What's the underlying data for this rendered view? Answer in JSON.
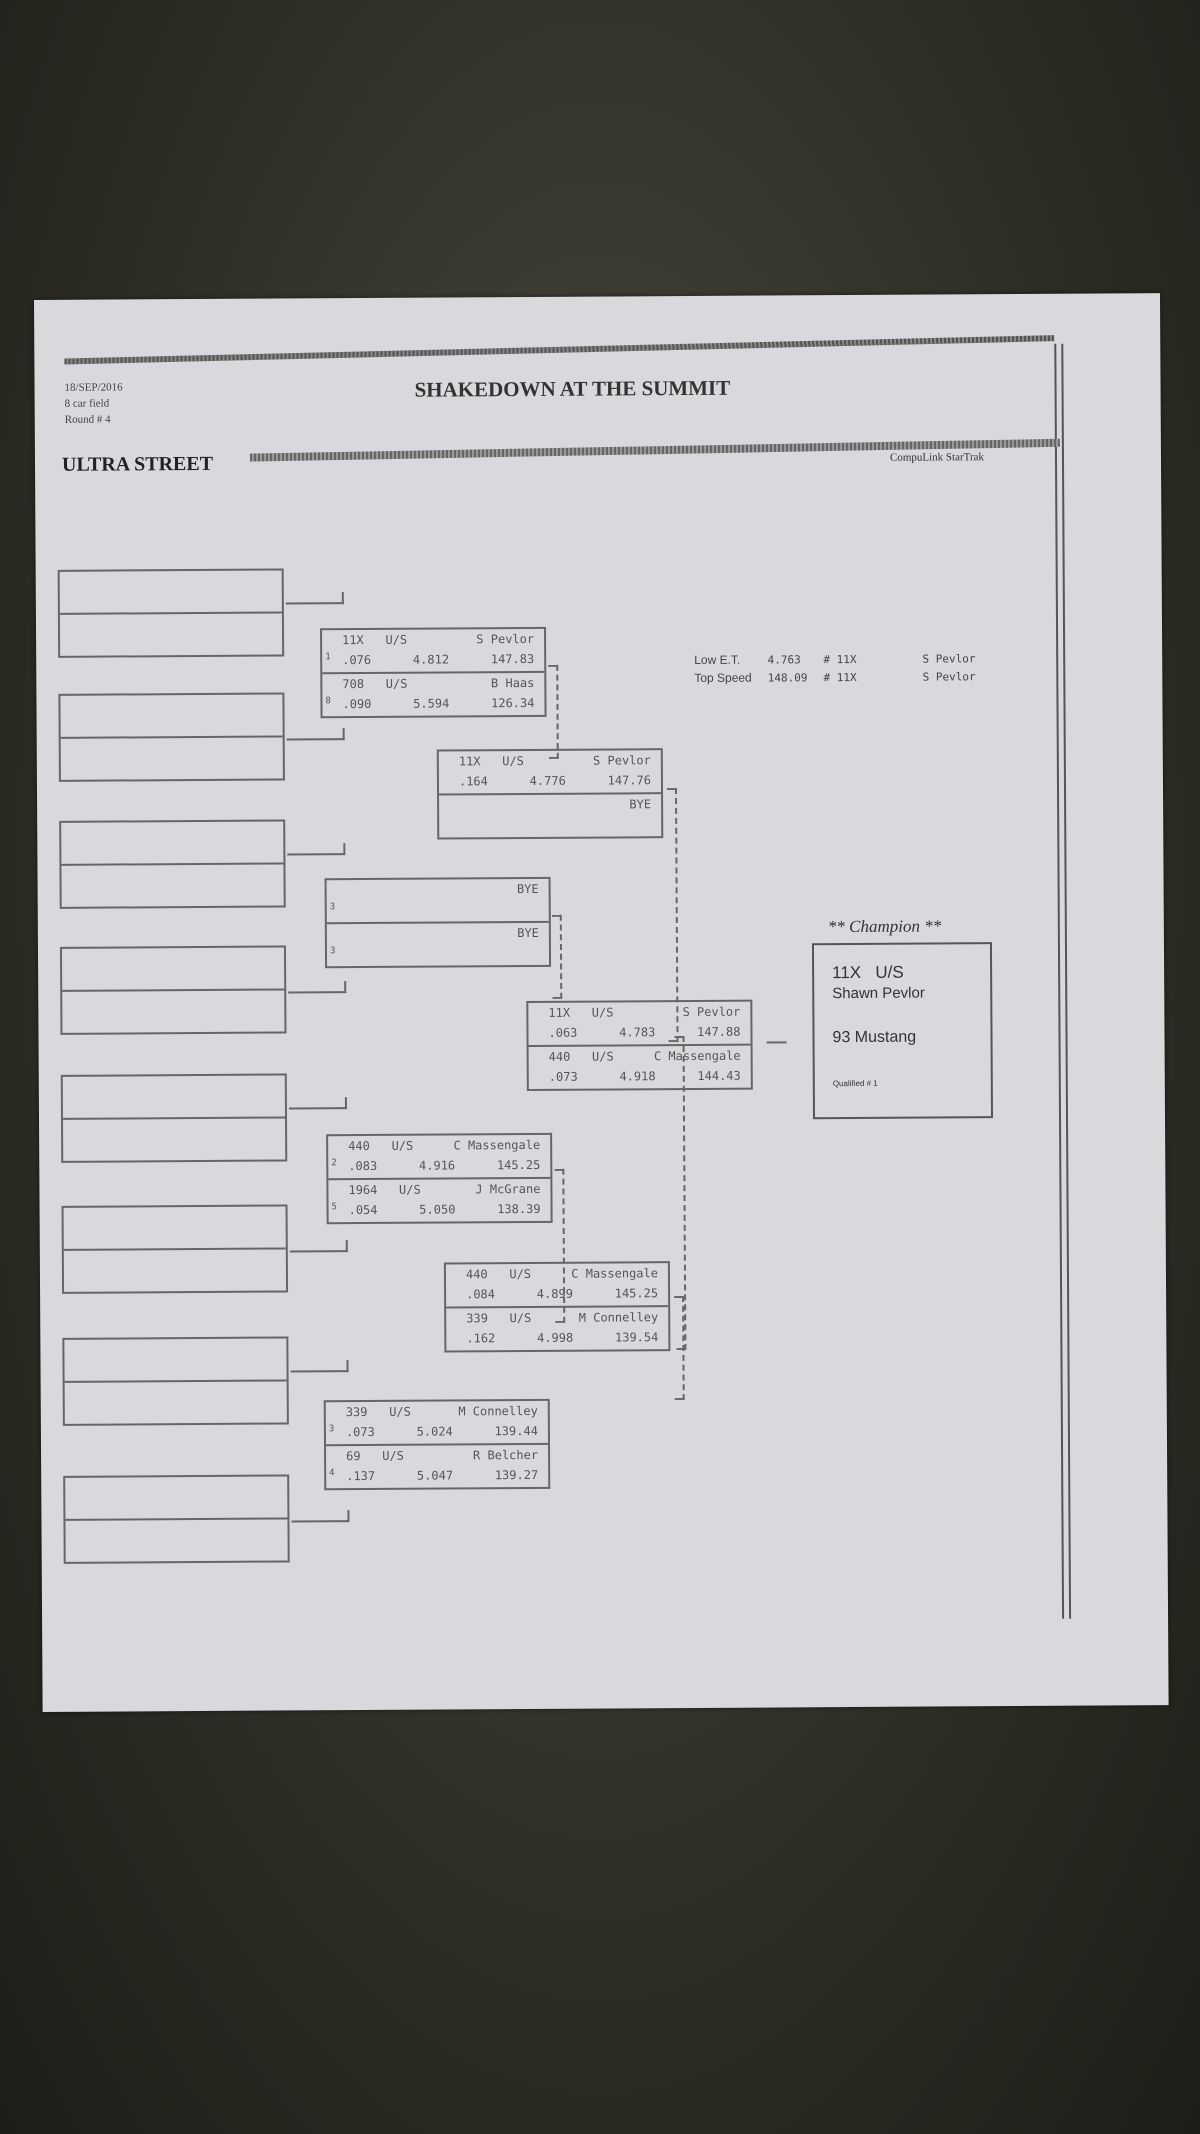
{
  "header": {
    "date": "18/SEP/2016",
    "field": "8 car field",
    "round": "Round # 4",
    "title": "SHAKEDOWN AT THE SUMMIT",
    "class": "ULTRA STREET",
    "software": "CompuLink StarTrak"
  },
  "stats": {
    "low_et": {
      "label": "Low E.T.",
      "value": "4.763",
      "car": "# 11X",
      "driver": "S Pevlor"
    },
    "top_speed": {
      "label": "Top Speed",
      "value": "148.09",
      "car": "# 11X",
      "driver": "S Pevlor"
    }
  },
  "matches": [
    {
      "a": {
        "seed": "1",
        "car": "11X",
        "cls": "U/S",
        "driver": "S Pevlor",
        "rt": ".076",
        "et": "4.812",
        "mph": "147.83"
      },
      "b": {
        "seed": "8",
        "car": "708",
        "cls": "U/S",
        "driver": "B Haas",
        "rt": ".090",
        "et": "5.594",
        "mph": "126.34"
      }
    },
    {
      "a": {
        "seed": "3",
        "car": "",
        "cls": "",
        "driver": "BYE",
        "rt": "",
        "et": "",
        "mph": ""
      },
      "b": {
        "seed": "3",
        "car": "",
        "cls": "",
        "driver": "BYE",
        "rt": "",
        "et": "",
        "mph": ""
      }
    },
    {
      "a": {
        "seed": "2",
        "car": "440",
        "cls": "U/S",
        "driver": "C Massengale",
        "rt": ".083",
        "et": "4.916",
        "mph": "145.25"
      },
      "b": {
        "seed": "5",
        "car": "1964",
        "cls": "U/S",
        "driver": "J McGrane",
        "rt": ".054",
        "et": "5.050",
        "mph": "138.39"
      }
    },
    {
      "a": {
        "seed": "3",
        "car": "339",
        "cls": "U/S",
        "driver": "M Connelley",
        "rt": ".073",
        "et": "5.024",
        "mph": "139.44"
      },
      "b": {
        "seed": "4",
        "car": "69",
        "cls": "U/S",
        "driver": "R Belcher",
        "rt": ".137",
        "et": "5.047",
        "mph": "139.27"
      }
    },
    {
      "a": {
        "seed": "",
        "car": "11X",
        "cls": "U/S",
        "driver": "S Pevlor",
        "rt": ".164",
        "et": "4.776",
        "mph": "147.76"
      },
      "b": {
        "seed": "",
        "car": "",
        "cls": "",
        "driver": "BYE",
        "rt": "",
        "et": "",
        "mph": ""
      }
    },
    {
      "a": {
        "seed": "",
        "car": "440",
        "cls": "U/S",
        "driver": "C Massengale",
        "rt": ".084",
        "et": "4.899",
        "mph": "145.25"
      },
      "b": {
        "seed": "",
        "car": "339",
        "cls": "U/S",
        "driver": "M Connelley",
        "rt": ".162",
        "et": "4.998",
        "mph": "139.54"
      }
    },
    {
      "a": {
        "seed": "",
        "car": "11X",
        "cls": "U/S",
        "driver": "S Pevlor",
        "rt": ".063",
        "et": "4.783",
        "mph": "147.88"
      },
      "b": {
        "seed": "",
        "car": "440",
        "cls": "U/S",
        "driver": "C Massengale",
        "rt": ".073",
        "et": "4.918",
        "mph": "144.43"
      }
    }
  ],
  "champion": {
    "heading": "** Champion **",
    "car": "11X",
    "cls": "U/S",
    "name": "Shawn Pevlor",
    "vehicle": "93 Mustang",
    "qualified": "Qualified # 1"
  }
}
